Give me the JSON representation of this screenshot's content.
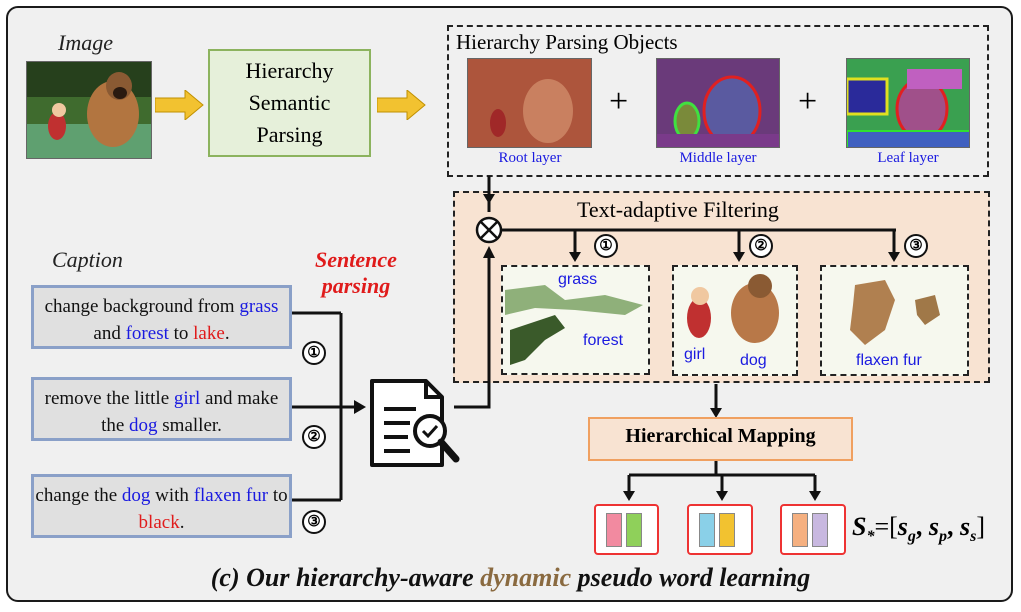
{
  "top": {
    "image_label": "Image",
    "parser_box": "Hierarchy Semantic Parsing",
    "objects_title": "Hierarchy Parsing Objects",
    "layers": [
      "Root layer",
      "Middle layer",
      "Leaf layer"
    ],
    "plus": "+"
  },
  "caption": {
    "label": "Caption",
    "parsing_label": "Sentence parsing",
    "items": [
      {
        "index": "①",
        "parts": [
          {
            "t": "change background from ",
            "c": "black"
          },
          {
            "t": "grass",
            "c": "blue"
          },
          {
            "t": " and ",
            "c": "black"
          },
          {
            "t": "forest",
            "c": "blue"
          },
          {
            "t": " to ",
            "c": "black"
          },
          {
            "t": "lake",
            "c": "red"
          },
          {
            "t": ".",
            "c": "black"
          }
        ]
      },
      {
        "index": "②",
        "parts": [
          {
            "t": "remove the little ",
            "c": "black"
          },
          {
            "t": "girl",
            "c": "blue"
          },
          {
            "t": " and make the ",
            "c": "black"
          },
          {
            "t": "dog",
            "c": "blue"
          },
          {
            "t": " smaller.",
            "c": "black"
          }
        ]
      },
      {
        "index": "③",
        "parts": [
          {
            "t": "change the ",
            "c": "black"
          },
          {
            "t": "dog",
            "c": "blue"
          },
          {
            "t": " with ",
            "c": "black"
          },
          {
            "t": "flaxen fur",
            "c": "blue"
          },
          {
            "t": " to ",
            "c": "black"
          },
          {
            "t": "black",
            "c": "red"
          },
          {
            "t": ".",
            "c": "black"
          }
        ]
      }
    ]
  },
  "filtering": {
    "title": "Text-adaptive Filtering",
    "markers": [
      "①",
      "②",
      "③"
    ],
    "crop1": [
      "grass",
      "forest"
    ],
    "crop2": [
      "girl",
      "dog"
    ],
    "crop3": [
      "flaxen fur"
    ]
  },
  "mapping": {
    "label": "Hierarchical Mapping"
  },
  "formula": {
    "lhs": "S",
    "sub": "*",
    "body": "=[",
    "g": "s",
    "gs": "g",
    "p": "s",
    "ps": "p",
    "s": "s",
    "ss": "s",
    "close": "]"
  },
  "footer": {
    "title": "(c) Our hierarchy-aware dynamic pseudo word learning"
  },
  "colors": {
    "blue_text": "#1a1ae0",
    "red_text": "#e01b1b",
    "arrow_fill": "#f2c230",
    "parser_bg": "#e6f0da",
    "parser_border": "#8cb35e",
    "filter_bg": "#f8e3d2",
    "mapping_border": "#f0a060"
  }
}
